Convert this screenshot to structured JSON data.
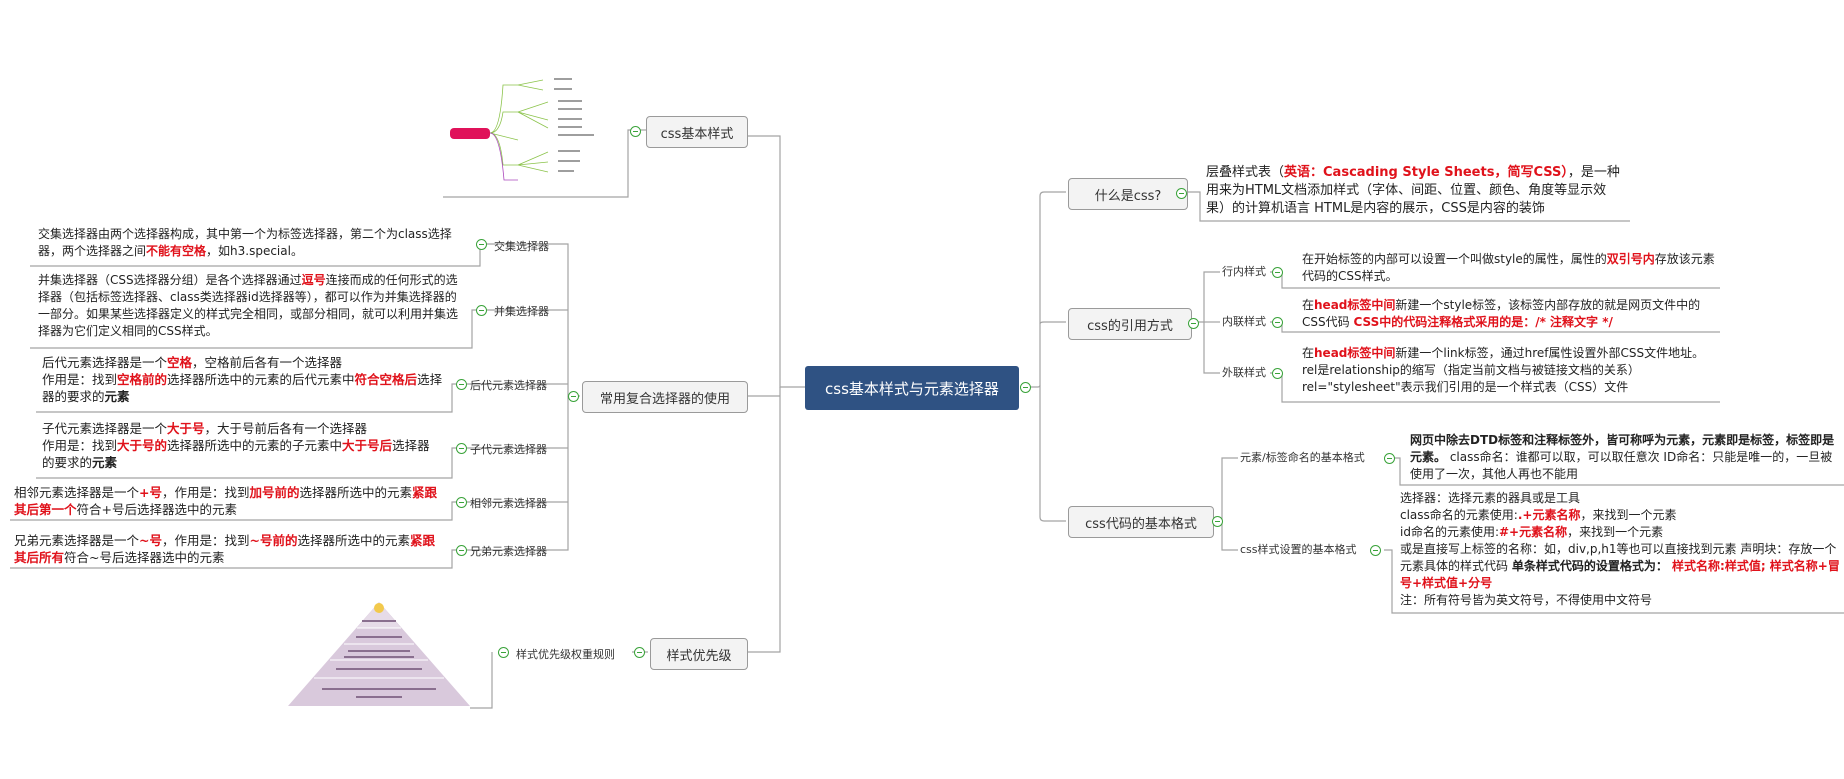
{
  "root": {
    "label": "css基本样式与元素选择器"
  },
  "right": {
    "what": {
      "label": "什么是css?",
      "text_a": "层叠样式表（",
      "text_b": "英语：Cascading Style Sheets，简写CSS）",
      "text_c": "，是一种用来为HTML文档添加样式（字体、间距、位置、颜色、角度等显示效果）的计算机语言    HTML是内容的展示，CSS是内容的装饰"
    },
    "ref": {
      "label": "css的引用方式",
      "inline_label": "行内样式",
      "inline_a": "在开始标签的内部可以设置一个叫做style的属性，属性的",
      "inline_b": "双引号内",
      "inline_c": "存放该元素代码的CSS样式。",
      "internal_label": "内联样式",
      "internal_a": "在",
      "internal_b": "head标签中间",
      "internal_c": "新建一个style标签，该标签内部存放的就是网页文件中的CSS代码    ",
      "internal_d": "CSS中的代码注释格式采用的是：/* 注释文字 */",
      "external_label": "外联样式",
      "external_a": "在",
      "external_b": "head标签中间",
      "external_c": "新建一个link标签，通过href属性设置外部CSS文件地址。   rel是relationship的缩写（指定当前文档与被链接文档的关系）  rel=\"stylesheet\"表示我们引用的是一个样式表（CSS）文件"
    },
    "code": {
      "label": "css代码的基本格式",
      "naming_label": "元素/标签命名的基本格式",
      "naming_a": "网页中除去DTD标签和注释标签外，皆可称呼为元素，元素即是标签，标签即是元素。",
      "naming_b": "  class命名：谁都可以取，可以取任意次      ID命名：只能是唯一的，一旦被使用了一次，其他人再也不能用",
      "style_label": "css样式设置的基本格式",
      "s1": "选择器：选择元素的器具或是工具",
      "s2a": "class命名的元素使用:",
      "s2b": ".+元素名称",
      "s2c": "，来找到一个元素",
      "s3a": "id命名的元素使用:",
      "s3b": "#+元素名称",
      "s3c": "，来找到一个元素",
      "s4": "或是直接写上标签的名称：如，div,p,h1等也可以直接找到元素         声明块：存放一个元素具体的样式代码            ",
      "s4b": "单条样式代码的设置格式为：",
      "s4c": "  样式名称:样式值;   样式名称+冒号+样式值+分号",
      "s5": "注：所有符号皆为英文符号，不得使用中文符号"
    }
  },
  "left": {
    "basic": {
      "label": "css基本样式"
    },
    "compound": {
      "label": "常用复合选择器的使用",
      "items": [
        {
          "label": "交集选择器"
        },
        {
          "label": "并集选择器"
        },
        {
          "label": "后代元素选择器"
        },
        {
          "label": "子代元素选择器"
        },
        {
          "label": "相邻元素选择器"
        },
        {
          "label": "兄弟元素选择器"
        }
      ],
      "jiao_a": "交集选择器由两个选择器构成，其中第一个为标签选择器，第二个为class选择器，两个选择器之间",
      "jiao_b": "不能有空格",
      "jiao_c": "，如h3.special。",
      "bing_a": "并集选择器（CSS选择器分组）是各个选择器通过",
      "bing_b": "逗号",
      "bing_c": "连接而成的任何形式的选择器（包括标签选择器、class类选择器id选择器等），都可以作为并集选择器的一部分。如果某些选择器定义的样式完全相同，或部分相同，就可以利用并集选择器为它们定义相同的CSS样式。",
      "hd_a": "后代元素选择器是一个",
      "hd_b": "空格",
      "hd_c": "，空格前后各有一个选择器",
      "hd_d": "作用是：找到",
      "hd_e": "空格前的",
      "hd_f": "选择器所选中的元素的后代元素中",
      "hd_g": "符合空格后",
      "hd_h": "选择器的要求的",
      "hd_i": "元素",
      "zd_a": "子代元素选择器是一个",
      "zd_b": "大于号",
      "zd_c": "，大于号前后各有一个选择器",
      "zd_d": "作用是：找到",
      "zd_e": "大于号的",
      "zd_f": "选择器所选中的元素的子元素中",
      "zd_g": "大于号后",
      "zd_h": "选择器的要求的",
      "zd_i": "元素",
      "xl_a": "相邻元素选择器是一个",
      "xl_b": "+号",
      "xl_c": "，作用是：找到",
      "xl_d": "加号前的",
      "xl_e": "选择器所选中的元素",
      "xl_f": "紧跟其后第一个",
      "xl_g": "符合+号后选择器选中的元素",
      "xd_a": "兄弟元素选择器是一个",
      "xd_b": "~号",
      "xd_c": "，作用是：找到",
      "xd_d": "~号前的",
      "xd_e": "选择器所选中的元素",
      "xd_f": "紧跟其后所有",
      "xd_g": "符合~号后选择器选中的元素"
    },
    "priority": {
      "label": "样式优先级",
      "rule_label": "样式优先级权重规则"
    }
  },
  "colors": {
    "root_bg": "#2f5283",
    "red": "#e0121b",
    "toggle": "#3aa33a",
    "line": "#999999"
  }
}
